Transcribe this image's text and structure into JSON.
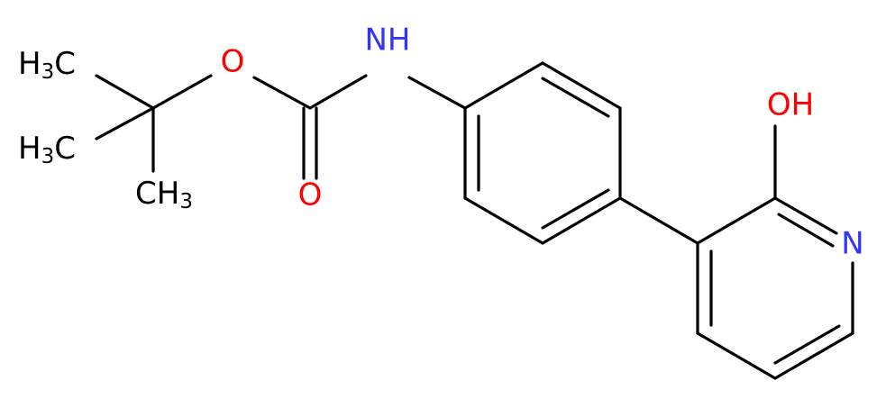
{
  "molecule": {
    "colors": {
      "bond": "#000000",
      "carbon_label": "#000000",
      "oxygen": "#ff0000",
      "nitrogen": "#3333ff"
    },
    "labels": {
      "methyl_top": {
        "main": "H",
        "sub": "3",
        "tail": "C"
      },
      "methyl_mid": {
        "main": "H",
        "sub": "3",
        "tail": "C"
      },
      "methyl_right": {
        "main": "CH",
        "sub": "3"
      },
      "ester_oxygen": "O",
      "carbonyl_oxygen": "O",
      "amine": "NH",
      "hydroxyl": "OH",
      "pyridine_nitrogen": "N"
    }
  }
}
